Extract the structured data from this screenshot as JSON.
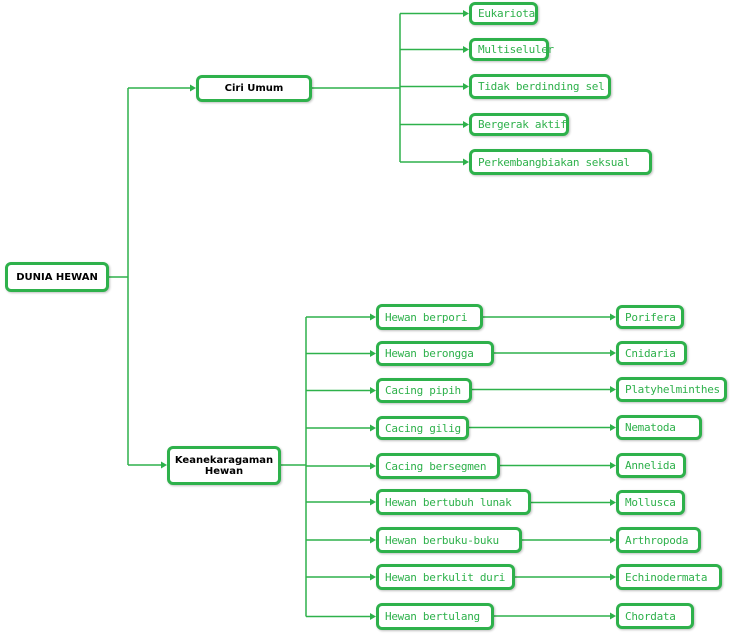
{
  "colors": {
    "line": "#2eb14b",
    "box_border": "#2eb14b",
    "leaf_text": "#2eb14b",
    "main_text": "#000000"
  },
  "root": {
    "label": "DUNIA HEWAN"
  },
  "ciri_umum": {
    "label": "Ciri Umum",
    "items": [
      "Eukariota",
      "Multiseluler",
      "Tidak berdinding sel",
      "Bergerak aktif",
      "Perkembangbiakan seksual"
    ]
  },
  "keanekaragaman": {
    "label_line1": "Keanekaragaman",
    "label_line2": "Hewan",
    "groups": [
      {
        "name": "Hewan berpori",
        "phylum": "Porifera"
      },
      {
        "name": "Hewan berongga",
        "phylum": "Cnidaria"
      },
      {
        "name": "Cacing pipih",
        "phylum": "Platyhelminthes"
      },
      {
        "name": "Cacing gilig",
        "phylum": "Nematoda"
      },
      {
        "name": "Cacing bersegmen",
        "phylum": "Annelida"
      },
      {
        "name": "Hewan bertubuh lunak",
        "phylum": "Mollusca"
      },
      {
        "name": "Hewan berbuku-buku",
        "phylum": "Arthropoda"
      },
      {
        "name": "Hewan berkulit duri",
        "phylum": "Echinodermata"
      },
      {
        "name": "Hewan bertulang",
        "phylum": "Chordata"
      }
    ]
  }
}
